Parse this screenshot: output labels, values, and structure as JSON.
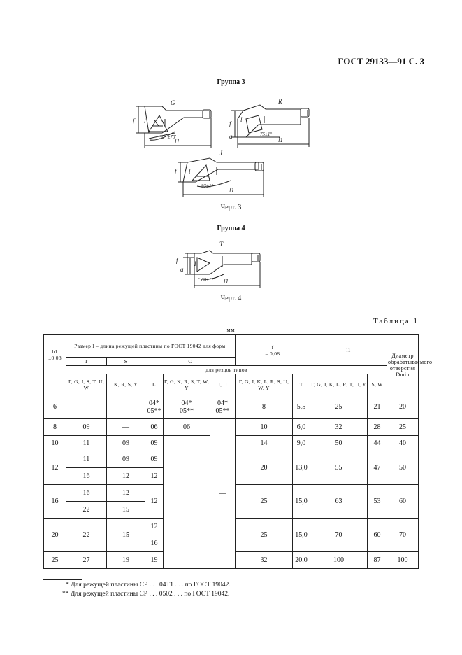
{
  "header": "ГОСТ 29133—91 С. 3",
  "group3": {
    "title": "Группа 3",
    "figures": {
      "G": {
        "letter": "G",
        "angle": "90° ±70'",
        "f": "f",
        "l": "l",
        "l1": "l1"
      },
      "R": {
        "letter": "R",
        "angle": "75±1°",
        "f": "f",
        "a": "a",
        "l": "l",
        "l1": "l1"
      },
      "J": {
        "letter": "J",
        "angle": "93±1°",
        "f": "f",
        "l": "l",
        "l1": "l1"
      }
    },
    "caption": "Черт. 3"
  },
  "group4": {
    "title": "Группа 4",
    "figures": {
      "T": {
        "letter": "T",
        "angle": "60±1°",
        "f": "f",
        "a": "a",
        "l": "l",
        "l1": "l1"
      }
    },
    "caption": "Черт. 4"
  },
  "table": {
    "title": "Таблица 1",
    "unit": "мм",
    "head": {
      "h1": "h1",
      "h1_tol": "±0,08",
      "l_group": "Размер l – длина режущей пластины по ГОСТ 19042 для форм:",
      "form_T": "T",
      "form_S": "S",
      "form_C": "C",
      "cutter_types": "для резцов типов",
      "types_1": "Г, G, J, S, T, U, W",
      "types_2": "K, R, S, Y",
      "types_3": "L",
      "types_4": "Г, G, K, R, S, T, W, Y",
      "types_5": "J, U",
      "f": "f",
      "f_tol": "– 0,08",
      "types_6": "Г, G, J, K, L, R, S, U, W, Y",
      "types_7": "T",
      "l1": "l1",
      "types_8": "Г, G, J, K, L, R, T, U, Y",
      "types_9": "S, W",
      "dmax": "Диаметр обрабатываемого отверстия Dmin"
    },
    "rows": {
      "r6": {
        "h1": "6",
        "c1": "—",
        "c2": "—",
        "c3": "04*\n05**",
        "c4": "04*\n05**",
        "c5": "04*\n05**",
        "f": "8",
        "t": "5,5",
        "l1": "25",
        "sw": "21",
        "d": "20"
      },
      "r8": {
        "h1": "8",
        "c1": "09",
        "c2": "—",
        "c3": "06",
        "c4": "06",
        "f": "10",
        "t": "6,0",
        "l1": "32",
        "sw": "28",
        "d": "25"
      },
      "r10": {
        "h1": "10",
        "c1": "11",
        "c2": "09",
        "c3": "09",
        "f": "14",
        "t": "9,0",
        "l1": "50",
        "sw": "44",
        "d": "40"
      },
      "r12": {
        "h1": "12",
        "c1a": "11",
        "c2a": "09",
        "c3a": "09",
        "c1b": "16",
        "c2b": "12",
        "c3b": "12",
        "f": "20",
        "t": "13,0",
        "l1": "55",
        "sw": "47",
        "d": "50"
      },
      "r16": {
        "h1": "16",
        "c1a": "16",
        "c2a": "12",
        "c1b": "22",
        "c2b": "15",
        "c3": "12",
        "f": "25",
        "t": "15,0",
        "l1": "63",
        "sw": "53",
        "d": "60"
      },
      "r20": {
        "h1": "20",
        "c1": "22",
        "c2": "15",
        "c3a": "12",
        "c3b": "16",
        "f": "25",
        "t": "15,0",
        "l1": "70",
        "sw": "60",
        "d": "70"
      },
      "r25": {
        "h1": "25",
        "c1": "27",
        "c2": "19",
        "c3": "19",
        "f": "32",
        "t": "20,0",
        "l1": "100",
        "sw": "87",
        "d": "100"
      },
      "dash_c4": "—",
      "dash_c5": "—"
    }
  },
  "footnotes": {
    "one": "* Для режущей пластины СР . . . 04Т1 . . . по ГОСТ 19042.",
    "two": "** Для режущей пластины СР . . . 0502 . . . по ГОСТ 19042."
  }
}
